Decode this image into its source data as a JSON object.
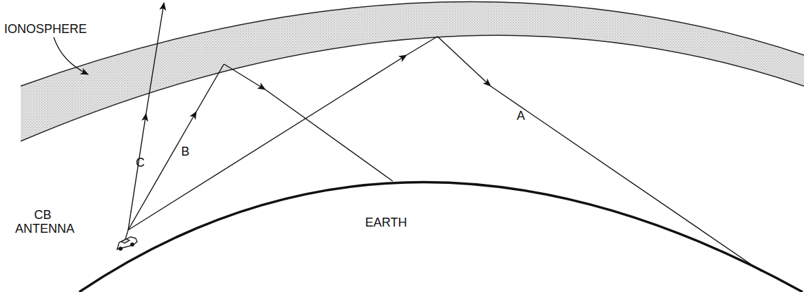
{
  "diagram": {
    "labels": [
      "IONOSPHERE",
      "C",
      "B",
      "A",
      "CB ANTENNA",
      "EARTH"
    ]
  }
}
